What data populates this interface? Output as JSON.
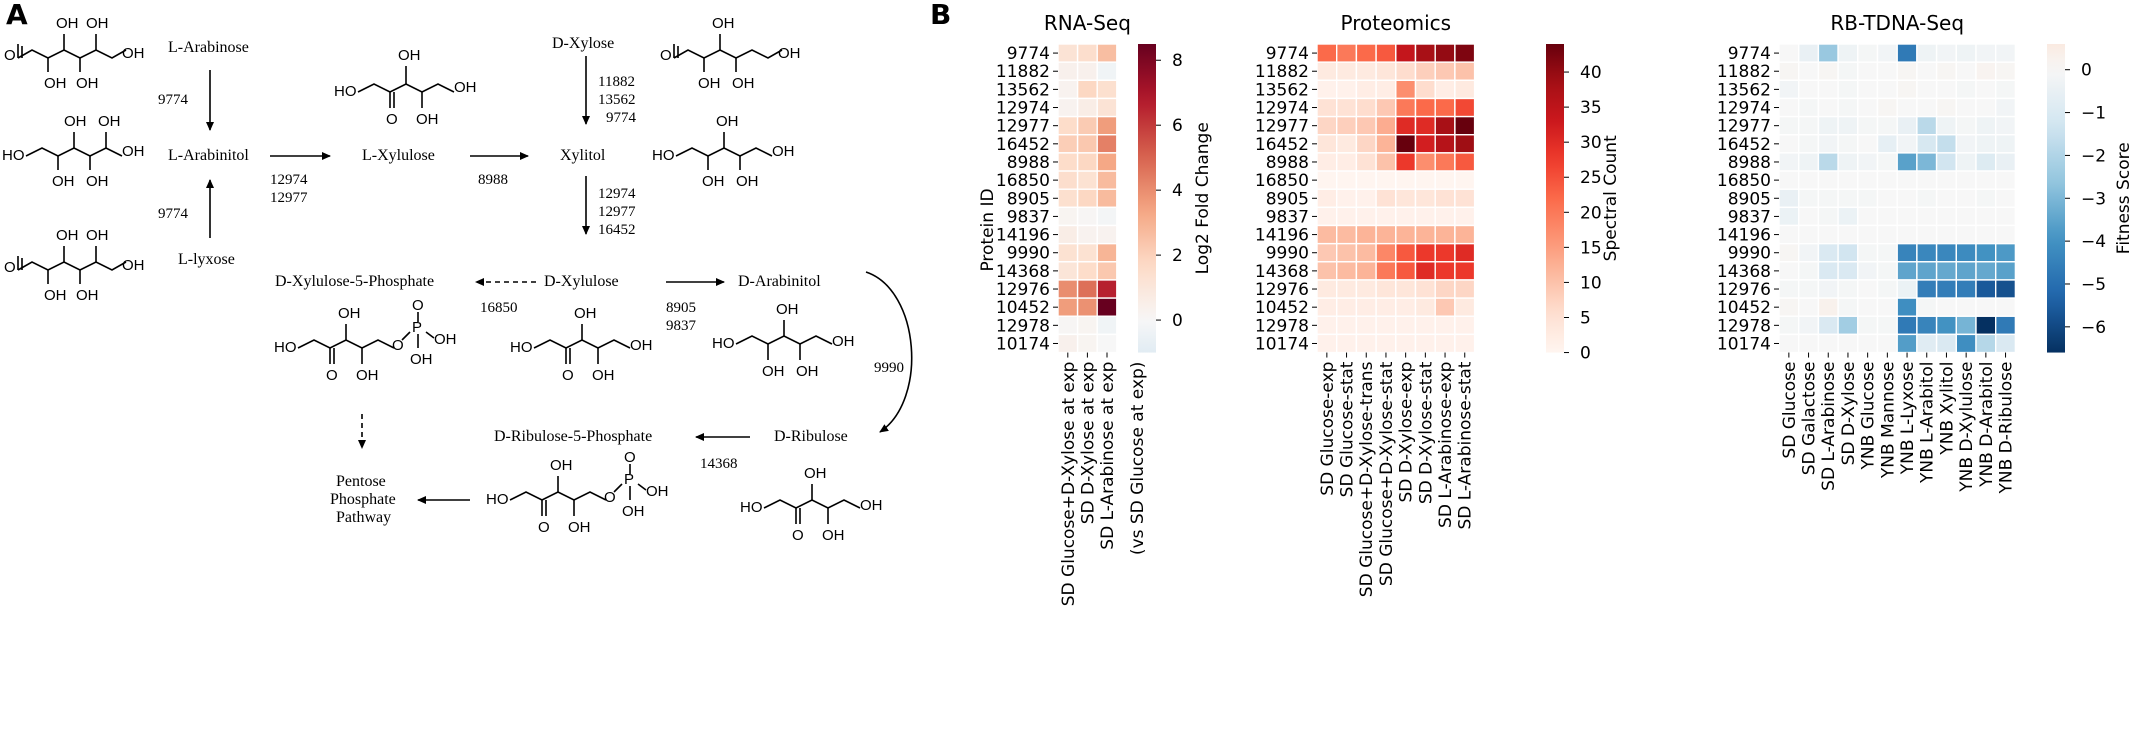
{
  "panel_a": {
    "panel_label": "A",
    "compounds": {
      "l_arabinose": "L-Arabinose",
      "l_arabinitol": "L-Arabinitol",
      "l_lyxose": "L-lyxose",
      "l_xylulose": "L-Xylulose",
      "d_xylose": "D-Xylose",
      "xylitol": "Xylitol",
      "d_xylulose_5p": "D-Xylulose-5-Phosphate",
      "d_xylulose": "D-Xylulose",
      "d_arabinitol": "D-Arabinitol",
      "d_ribulose_5p": "D-Ribulose-5-Phosphate",
      "d_ribulose": "D-Ribulose",
      "ppp_1": "Pentose",
      "ppp_2": "Phosphate",
      "ppp_3": "Pathway"
    },
    "enzymes": {
      "e_9774_top": "9774",
      "e_9774_bottom": "9774",
      "e_12974": "12974",
      "e_12977": "12977",
      "e_8988": "8988",
      "e_11882": "11882",
      "e_13562": "13562",
      "e_9774_xylose": "9774",
      "e_12974_b": "12974",
      "e_12977_b": "12977",
      "e_16452": "16452",
      "e_16850": "16850",
      "e_8905": "8905",
      "e_9837": "9837",
      "e_9990": "9990",
      "e_14368": "14368"
    },
    "atoms": {
      "oh": "OH",
      "ho": "HO",
      "o": "O",
      "p": "P"
    }
  },
  "panel_b": {
    "panel_label": "B",
    "protein_ids": [
      "9774",
      "11882",
      "13562",
      "12974",
      "12977",
      "16452",
      "8988",
      "16850",
      "8905",
      "9837",
      "14196",
      "9990",
      "14368",
      "12976",
      "10452",
      "12978",
      "10174"
    ],
    "y_axis_label": "Protein ID"
  },
  "chart_data": [
    {
      "type": "heatmap",
      "title": "RNA-Seq",
      "rows": [
        "9774",
        "11882",
        "13562",
        "12974",
        "12977",
        "16452",
        "8988",
        "16850",
        "8905",
        "9837",
        "14196",
        "9990",
        "14368",
        "12976",
        "10452",
        "12978",
        "10174"
      ],
      "columns": [
        "SD Glucose+D-Xylose at exp",
        "SD D-Xylose at exp",
        "SD L-Arabinose at exp"
      ],
      "x_note": "(vs SD Glucose at exp)",
      "colorbar_label": "Log2 Fold Change",
      "colorbar_ticks": [
        "0",
        "2",
        "4",
        "6",
        "8"
      ],
      "vmin": -1,
      "vmax": 8.5,
      "colormap": "RdBu_r",
      "values": [
        [
          1.2,
          1.5,
          2.6
        ],
        [
          0.4,
          0.4,
          -0.3
        ],
        [
          0.3,
          1.8,
          1.4
        ],
        [
          0.3,
          0.6,
          1.2
        ],
        [
          1.6,
          2.2,
          3.6
        ],
        [
          2.1,
          2.3,
          4.3
        ],
        [
          1.6,
          1.8,
          3.3
        ],
        [
          1.5,
          1.3,
          2.7
        ],
        [
          1.4,
          1.8,
          2.7
        ],
        [
          0.2,
          0.1,
          -0.2
        ],
        [
          0.6,
          0.3,
          0.3
        ],
        [
          1.3,
          1.3,
          2.9
        ],
        [
          1.1,
          1.6,
          2.3
        ],
        [
          4.0,
          4.7,
          6.6
        ],
        [
          3.6,
          3.9,
          8.5
        ],
        [
          0.1,
          0.2,
          -0.3
        ],
        [
          0.4,
          0.2,
          0.0
        ]
      ]
    },
    {
      "type": "heatmap",
      "title": "Proteomics",
      "rows": [
        "9774",
        "11882",
        "13562",
        "12974",
        "12977",
        "16452",
        "8988",
        "16850",
        "8905",
        "9837",
        "14196",
        "9990",
        "14368",
        "12976",
        "10452",
        "12978",
        "10174"
      ],
      "columns": [
        "SD Glucose-exp",
        "SD Glucose-stat",
        "SD Glucose+D-Xylose-trans",
        "SD Glucose+D-Xylose-stat",
        "SD D-Xylose-exp",
        "SD D-Xylose-stat",
        "SD L-Arabinose-exp",
        "SD L-Arabinose-stat"
      ],
      "colorbar_label": "Spectral Count",
      "colorbar_ticks": [
        "0",
        "5",
        "10",
        "15",
        "20",
        "25",
        "30",
        "35",
        "40"
      ],
      "vmin": 0,
      "vmax": 44,
      "colormap": "Reds",
      "values": [
        [
          22,
          20,
          22,
          24,
          34,
          38,
          40,
          42
        ],
        [
          3,
          3,
          3,
          4,
          6,
          8,
          9,
          10
        ],
        [
          1,
          1,
          2,
          2,
          17,
          6,
          2,
          3
        ],
        [
          5,
          5,
          6,
          9,
          20,
          22,
          22,
          26
        ],
        [
          7,
          8,
          9,
          13,
          30,
          30,
          38,
          44
        ],
        [
          4,
          3,
          7,
          12,
          44,
          32,
          36,
          39
        ],
        [
          2,
          2,
          5,
          10,
          28,
          17,
          20,
          24
        ],
        [
          0,
          0,
          0,
          0,
          0,
          0,
          0,
          0
        ],
        [
          2,
          1,
          1,
          5,
          4,
          4,
          5,
          5
        ],
        [
          1,
          1,
          1,
          1,
          1,
          1,
          1,
          1
        ],
        [
          11,
          11,
          12,
          12,
          12,
          12,
          12,
          12
        ],
        [
          9,
          10,
          11,
          18,
          24,
          28,
          28,
          30
        ],
        [
          10,
          11,
          12,
          20,
          24,
          30,
          28,
          28
        ],
        [
          3,
          3,
          3,
          4,
          4,
          5,
          7,
          7
        ],
        [
          2,
          2,
          2,
          2,
          2,
          3,
          9,
          3
        ],
        [
          1,
          1,
          1,
          1,
          1,
          1,
          1,
          1
        ],
        [
          1,
          1,
          1,
          1,
          1,
          1,
          1,
          1
        ]
      ]
    },
    {
      "type": "heatmap",
      "title": "RB-TDNA-Seq",
      "rows": [
        "9774",
        "11882",
        "13562",
        "12974",
        "12977",
        "16452",
        "8988",
        "16850",
        "8905",
        "9837",
        "14196",
        "9990",
        "14368",
        "12976",
        "10452",
        "12978",
        "10174"
      ],
      "columns": [
        "SD Glucose",
        "SD Galactose",
        "SD L-Arabinose",
        "SD D-Xylose",
        "YNB Glucose",
        "YNB Mannose",
        "YNB L-Lyxose",
        "YNB L-Arabitol",
        "YNB Xylitol",
        "YNB D-Xylulose",
        "YNB D-Arabitol",
        "YNB D-Ribulose"
      ],
      "colorbar_label": "Fitness Score",
      "colorbar_ticks": [
        "0",
        "−1",
        "−2",
        "−3",
        "−4",
        "−5",
        "−6"
      ],
      "vmin": -6.6,
      "vmax": 0.6,
      "colormap": "RdBu_r",
      "values": [
        [
          0.0,
          -0.5,
          -2.5,
          -0.3,
          -0.1,
          -0.2,
          -4.7,
          -0.3,
          -0.2,
          -0.3,
          -0.2,
          -0.2
        ],
        [
          0.1,
          0.0,
          0.1,
          -0.1,
          0.0,
          0.0,
          0.1,
          0.0,
          0.1,
          0.0,
          0.2,
          0.1
        ],
        [
          -0.2,
          0.0,
          0.0,
          -0.1,
          0.0,
          0.0,
          0.1,
          0.0,
          0.0,
          -0.1,
          0.0,
          -0.1
        ],
        [
          0.0,
          -0.1,
          0.0,
          -0.1,
          0.0,
          0.1,
          0.0,
          0.0,
          0.1,
          0.0,
          0.0,
          -0.2
        ],
        [
          -0.1,
          -0.1,
          -0.3,
          -0.3,
          -0.1,
          -0.1,
          -0.5,
          -1.8,
          -0.3,
          -0.1,
          -0.3,
          -0.2
        ],
        [
          0.0,
          -0.1,
          -0.2,
          -0.1,
          0.0,
          -0.6,
          -0.2,
          -1.1,
          -1.6,
          -0.2,
          -0.3,
          -0.3
        ],
        [
          -0.2,
          -0.3,
          -1.8,
          -0.3,
          -0.2,
          -0.1,
          -3.6,
          -3.0,
          -1.3,
          -0.3,
          -0.9,
          -0.5
        ],
        [
          0.0,
          0.0,
          0.0,
          0.0,
          0.0,
          0.0,
          0.0,
          0.0,
          0.0,
          0.0,
          0.0,
          0.0
        ],
        [
          -0.5,
          -0.1,
          -0.1,
          -0.1,
          -0.1,
          0.0,
          0.0,
          -0.1,
          0.0,
          0.0,
          -0.1,
          0.0
        ],
        [
          -0.4,
          0.0,
          -0.1,
          -0.4,
          0.0,
          0.0,
          0.0,
          0.0,
          0.0,
          0.0,
          0.0,
          0.0
        ],
        [
          0.0,
          0.0,
          0.0,
          0.0,
          0.0,
          0.0,
          0.0,
          0.0,
          0.0,
          0.0,
          0.0,
          0.0
        ],
        [
          0.1,
          -0.2,
          -1.0,
          -1.3,
          -0.1,
          -0.1,
          -4.4,
          -4.3,
          -4.3,
          -4.2,
          -4.0,
          -3.8
        ],
        [
          0.0,
          -0.1,
          -1.0,
          -1.0,
          -0.2,
          -0.1,
          -3.5,
          -3.5,
          -3.4,
          -3.5,
          -3.4,
          -3.6
        ],
        [
          -0.1,
          -0.1,
          -0.2,
          -0.1,
          0.0,
          -0.1,
          -0.4,
          -4.6,
          -4.6,
          -4.6,
          -5.6,
          -5.8
        ],
        [
          0.1,
          0.0,
          0.3,
          -0.1,
          0.0,
          0.0,
          -4.1,
          -0.1,
          0.0,
          0.0,
          0.0,
          0.0
        ],
        [
          -0.1,
          -0.2,
          -1.0,
          -2.3,
          -0.1,
          -0.1,
          -4.7,
          -4.4,
          -4.0,
          -3.1,
          -6.6,
          -4.7
        ],
        [
          0.0,
          0.0,
          0.0,
          0.0,
          0.0,
          0.0,
          -3.7,
          -0.8,
          -1.0,
          -4.1,
          -1.9,
          -1.0
        ]
      ]
    }
  ],
  "colors": {
    "text": "#000000",
    "grid_line": "#ffffff"
  }
}
